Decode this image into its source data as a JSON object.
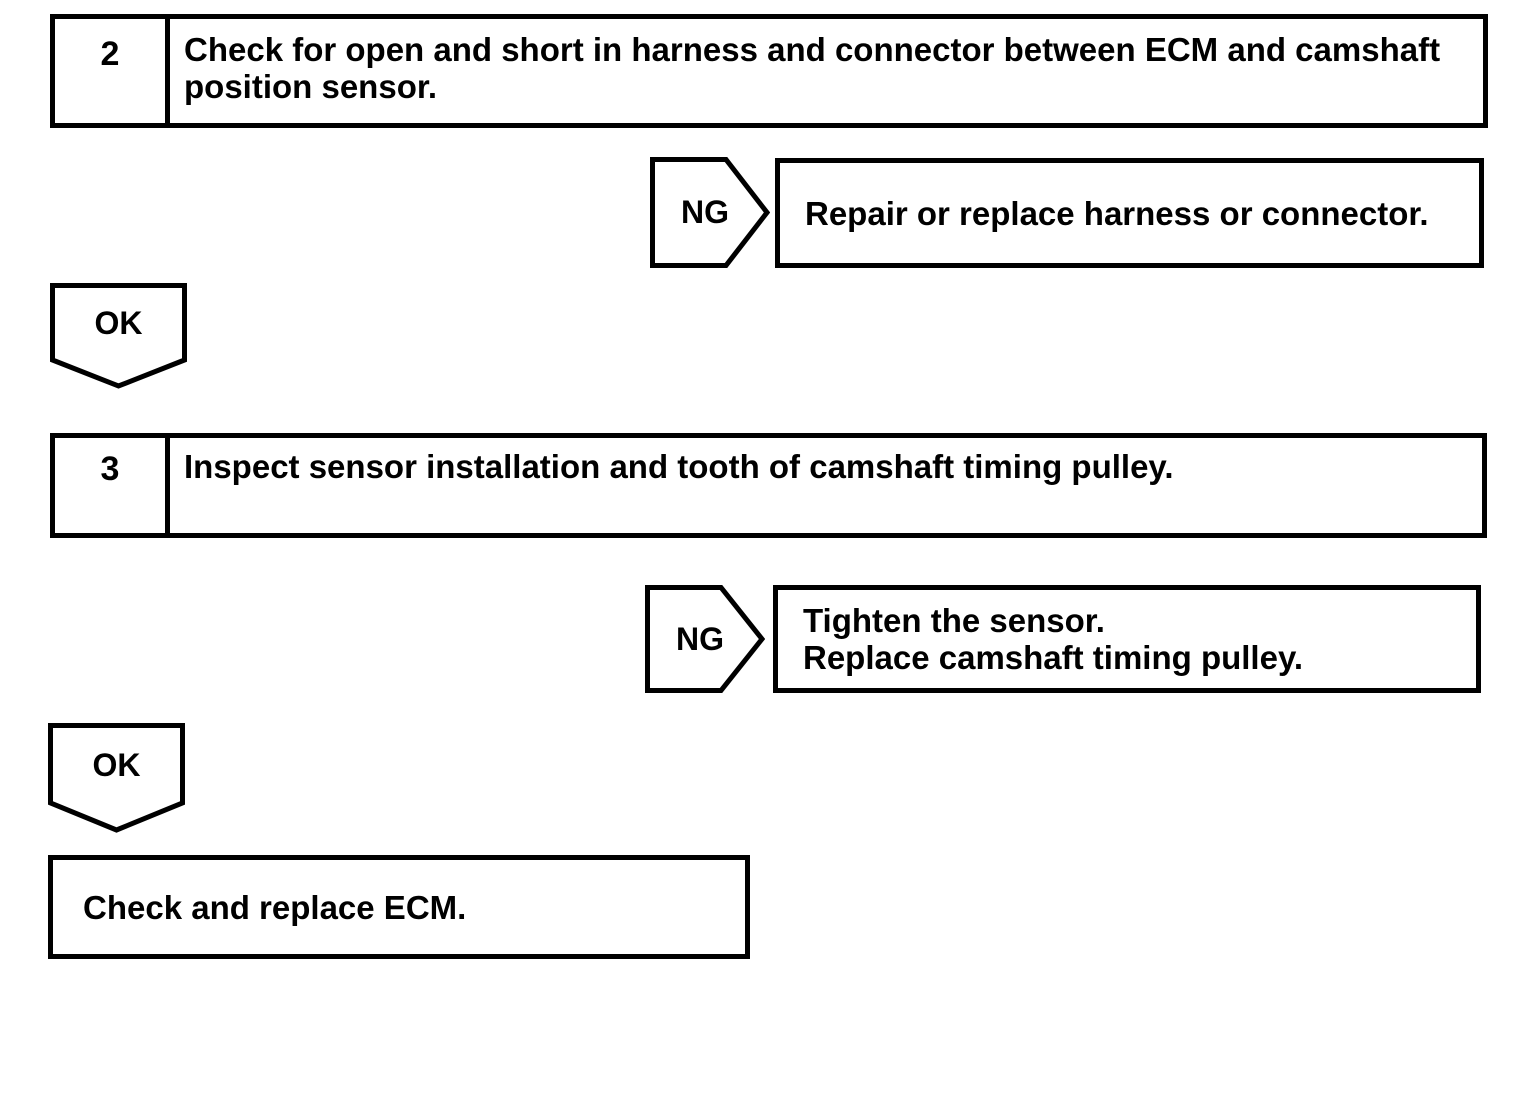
{
  "page": {
    "background": "#ffffff",
    "line_color": "#000000",
    "text_color": "#000000"
  },
  "steps": [
    {
      "number": "2",
      "instruction": "Check for open and short in harness and connector between ECM and camshaft position sensor.",
      "ng": {
        "label": "NG",
        "actions": [
          "Repair or replace harness or connector."
        ]
      },
      "ok": {
        "label": "OK"
      }
    },
    {
      "number": "3",
      "instruction": "Inspect sensor installation and tooth of camshaft timing pulley.",
      "ng": {
        "label": "NG",
        "actions": [
          "Tighten the sensor.",
          "Replace camshaft timing pulley."
        ]
      },
      "ok": {
        "label": "OK"
      }
    }
  ],
  "final": {
    "action": "Check and replace ECM."
  }
}
